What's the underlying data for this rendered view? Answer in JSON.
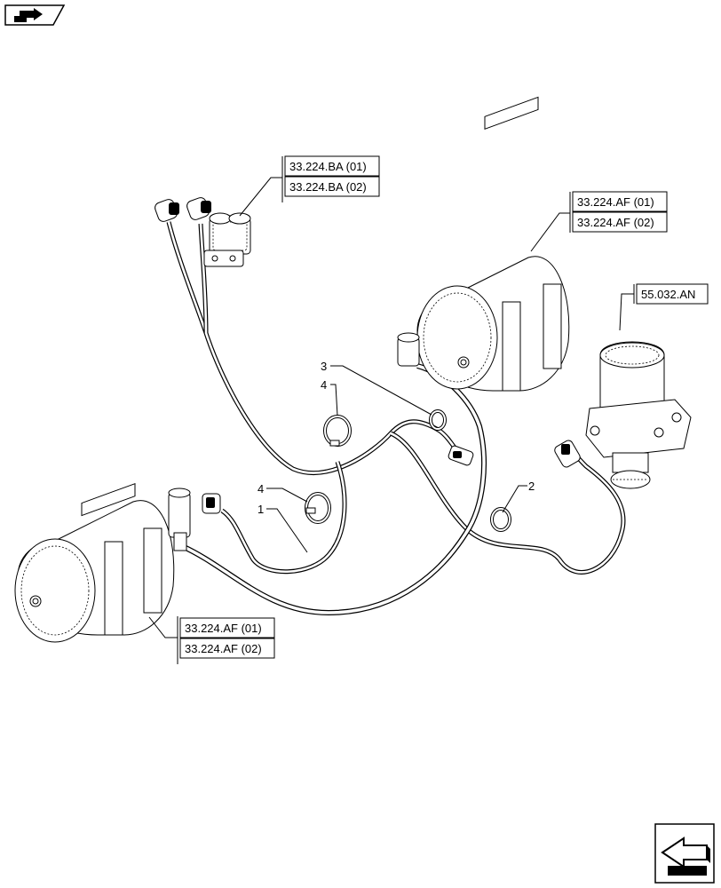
{
  "references": {
    "solenoid_valve": [
      "33.224.BA (01)",
      "33.224.BA (02)"
    ],
    "tank_right": [
      "33.224.AF (01)",
      "33.224.AF (02)"
    ],
    "tank_left": [
      "33.224.AF (01)",
      "33.224.AF (02)"
    ],
    "air_dryer": "55.032.AN"
  },
  "callouts": {
    "item_1": "1",
    "item_2": "2",
    "item_3": "3",
    "item_4a": "4",
    "item_4b": "4"
  }
}
